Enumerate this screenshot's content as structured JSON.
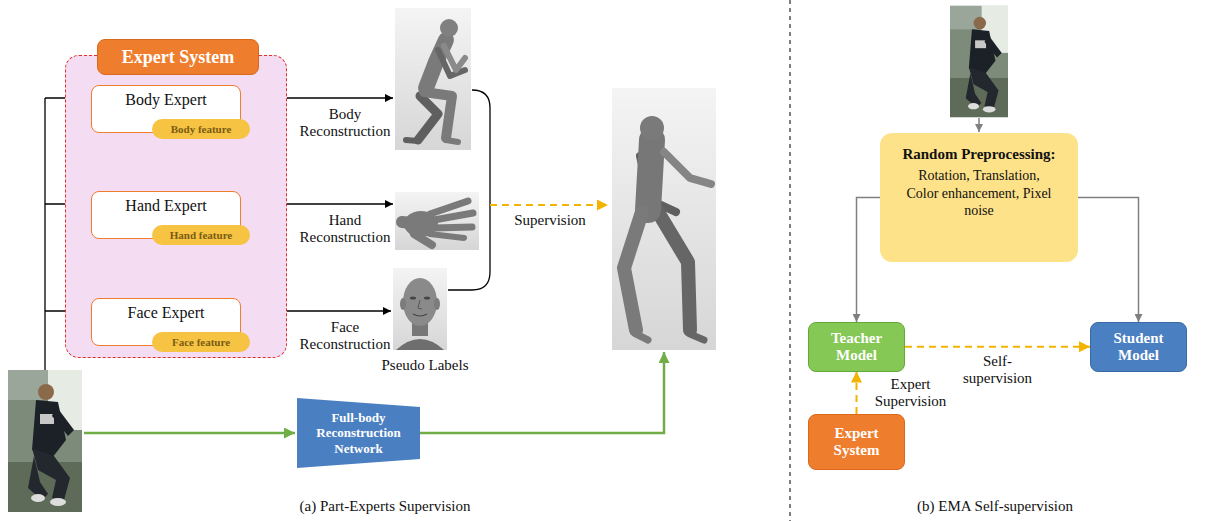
{
  "diagram": {
    "nodes": [
      {
        "text": [
          "Expert System"
        ]
      },
      {
        "text": [
          "Body Expert"
        ],
        "in": 0
      },
      {
        "text": [
          "Body feature"
        ],
        "in": 1
      },
      {
        "text": [
          "Hand Expert"
        ],
        "in": 0
      },
      {
        "text": [
          "Hand feature"
        ],
        "in": 3
      },
      {
        "text": [
          "Face Expert"
        ],
        "in": 0
      },
      {
        "text": [
          "Face feature"
        ],
        "in": 5
      },
      {
        "text": [
          "Full-body Reconstruction Network"
        ]
      },
      {
        "text": [
          "Random Preprocessing:",
          "Rotation, Translation, Color enhancement, Pixel noise"
        ]
      },
      {
        "text": [
          "Teacher Model"
        ]
      },
      {
        "text": [
          "Student Model"
        ]
      },
      {
        "text": [
          "Expert System"
        ]
      }
    ],
    "edges": [
      {
        "from": 8,
        "to": 9,
        "arrow": "to"
      },
      {
        "from": 8,
        "to": 10,
        "arrow": "to"
      },
      {
        "from": 9,
        "to": 10,
        "label": "Self-supervision",
        "arrow": "to"
      },
      {
        "from": 11,
        "to": 9,
        "label": "Expert Supervision",
        "arrow": "to"
      }
    ],
    "labels": [
      "Body Reconstruction",
      "Hand Reconstruction",
      "Face Reconstruction",
      "Pseudo Labels",
      "Supervision",
      "(a) Part-Experts Supervision",
      "(b) EMA Self-supervision"
    ]
  }
}
